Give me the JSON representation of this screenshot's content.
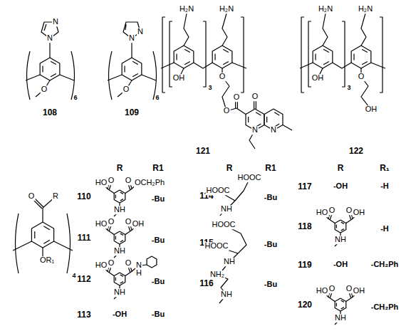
{
  "diagram": {
    "labels": [
      "N",
      "N",
      "O",
      "6",
      "108",
      "N",
      "N",
      "O",
      "6",
      "109",
      "H₂N",
      "H₂N",
      "OH",
      "3",
      "O",
      "O",
      "O",
      "O",
      "N",
      "N",
      "121",
      "H₂N",
      "H₂N",
      "OH",
      "3",
      "O",
      "OH",
      "122",
      "O",
      "R",
      "OR₁",
      "4",
      "R",
      "R1",
      "R",
      "R1",
      "R",
      "R₁",
      "110",
      "HO",
      "O",
      "O",
      "OCH₂Ph",
      "NH",
      "-Bu",
      "111",
      "HO",
      "O",
      "O",
      "OH",
      "NH",
      "-Bu",
      "112",
      "HO",
      "O",
      "O",
      "N",
      "H",
      "NH",
      "-Bu",
      "113",
      "-OH",
      "-Bu",
      "114",
      "HOOC",
      "HOOC",
      "NH",
      "-Bu",
      "115",
      "HOOC",
      "HOOC",
      "NH",
      "-Bu",
      "116",
      "NH₂",
      "NH",
      "-Bu",
      "117",
      "-OH",
      "-H",
      "118",
      "HO",
      "O",
      "O",
      "OH",
      "NH",
      "-H",
      "119",
      "-OH",
      "-CH₂Ph",
      "120",
      "HO",
      "O",
      "O",
      "OH",
      "NH",
      "-CH₂Ph"
    ]
  }
}
